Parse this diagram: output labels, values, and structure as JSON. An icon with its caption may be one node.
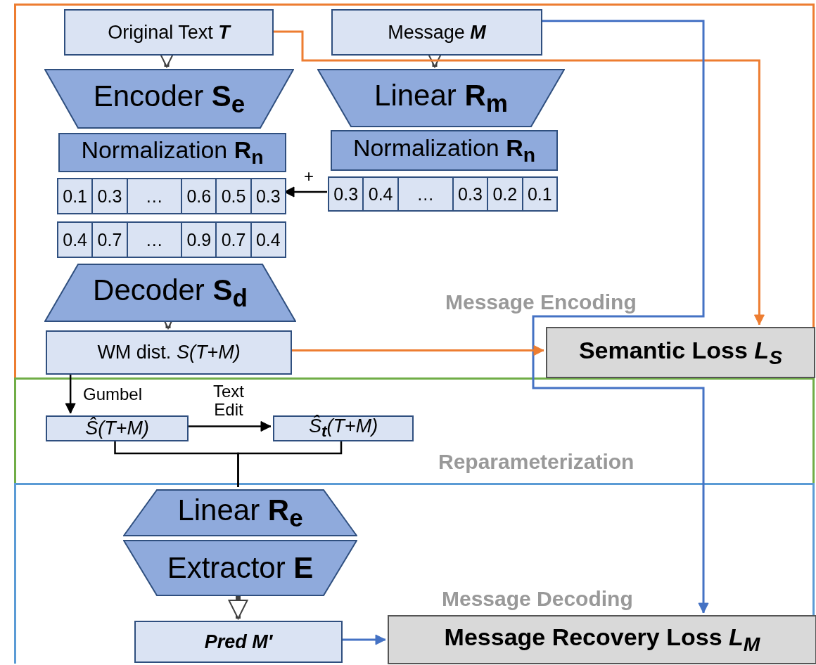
{
  "diagram": {
    "nodes": [
      {
        "text": [
          "Message Encoding"
        ]
      },
      {
        "text": [
          "Original Text *T*"
        ],
        "in": 0
      },
      {
        "text": [
          "Message *M*"
        ],
        "in": 0
      },
      {
        "text": [
          "Encoder **S**$_{e}$"
        ],
        "in": 0
      },
      {
        "text": [
          "Linear **R**$_{m}$"
        ],
        "in": 0
      },
      {
        "text": [
          "Normalization **R**$_{n}$"
        ],
        "in": 0
      },
      {
        "text": [
          "Normalization **R**$_{n}$"
        ],
        "in": 0
      },
      {
        "text": [
          "0.1",
          "0.3",
          "…",
          "0.6",
          "0.5",
          "0.3"
        ],
        "in": 0
      },
      {
        "text": [
          "0.3",
          "0.4",
          "…",
          "0.3",
          "0.2",
          "0.1"
        ],
        "in": 0
      },
      {
        "text": [
          "0.4",
          "0.7",
          "…",
          "0.9",
          "0.7",
          "0.4"
        ],
        "in": 0
      },
      {
        "text": [
          "Decoder **S**$_{d}$"
        ],
        "in": 0
      },
      {
        "text": [
          "WM dist. *S(T+M)*"
        ],
        "in": 0
      },
      {
        "text": [
          "Semantic Loss *L*$_{S}$"
        ],
        "in": 0
      },
      {
        "text": [
          "Reparameterization"
        ]
      },
      {
        "text": [
          "Ŝ(T+M)"
        ],
        "in": 13
      },
      {
        "text": [
          "Ŝ$_{t}$(T+M)"
        ],
        "in": 13
      },
      {
        "text": [
          "Message Decoding"
        ]
      },
      {
        "text": [
          "Linear **R**$_{e}$"
        ],
        "in": 16
      },
      {
        "text": [
          "Extractor **E**"
        ],
        "in": 16
      },
      {
        "text": [
          "Pred M′"
        ],
        "in": 16
      },
      {
        "text": [
          "Message Recovery Loss *L*$_{M}$"
        ],
        "in": 16
      }
    ],
    "edges": [
      {
        "from": 1,
        "to": 3,
        "arrow": "to",
        "style": "thick"
      },
      {
        "from": 2,
        "to": 4,
        "arrow": "to",
        "style": "thick"
      },
      {
        "from": 1,
        "to": 12,
        "arrow": "to",
        "color": "#ed7d31"
      },
      {
        "from": 2,
        "to": 20,
        "arrow": "to",
        "color": "#4472c4"
      },
      {
        "from": 8,
        "to": 7,
        "arrow": "to",
        "label": "+"
      },
      {
        "from": 10,
        "to": 11,
        "arrow": "to",
        "style": "thick"
      },
      {
        "from": 11,
        "to": 12,
        "arrow": "to",
        "color": "#ed7d31"
      },
      {
        "from": 11,
        "to": 14,
        "arrow": "to",
        "label": "Gumbel"
      },
      {
        "from": 14,
        "to": 15,
        "arrow": "to",
        "label": "Text Edit"
      },
      {
        "from": 14,
        "to": 17,
        "arrow": "none"
      },
      {
        "from": 15,
        "to": 17,
        "arrow": "none"
      },
      {
        "from": 18,
        "to": 19,
        "arrow": "to",
        "style": "thick"
      },
      {
        "from": 19,
        "to": 20,
        "arrow": "to",
        "color": "#4472c4"
      }
    ]
  }
}
